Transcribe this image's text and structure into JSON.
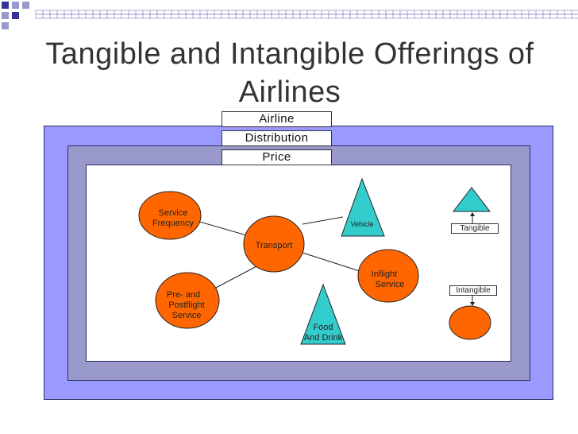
{
  "title": "Tangible and Intangible Offerings of Airlines",
  "layers": {
    "airline": "Airline",
    "distribution": "Distribution",
    "price": "Price"
  },
  "nodes": {
    "service_frequency": [
      "Service",
      "Frequency"
    ],
    "pre_postflight": [
      "Pre- and",
      "Postflight",
      "Service"
    ],
    "transport": "Transport",
    "vehicle": "Vehicle",
    "inflight": [
      "Inflight",
      "Service"
    ],
    "food_drink": [
      "Food",
      "And Drink"
    ]
  },
  "legend": {
    "tangible": "Tangible",
    "intangible": "Intangible"
  },
  "colors": {
    "intangible_fill": "#ff6600",
    "tangible_fill": "#33cccc",
    "outer_frame": "#9999ff",
    "middle_frame": "#9999cc",
    "title_text": "#333333",
    "decoration_square": "#333399",
    "decoration_square_light": "#9999cc"
  }
}
